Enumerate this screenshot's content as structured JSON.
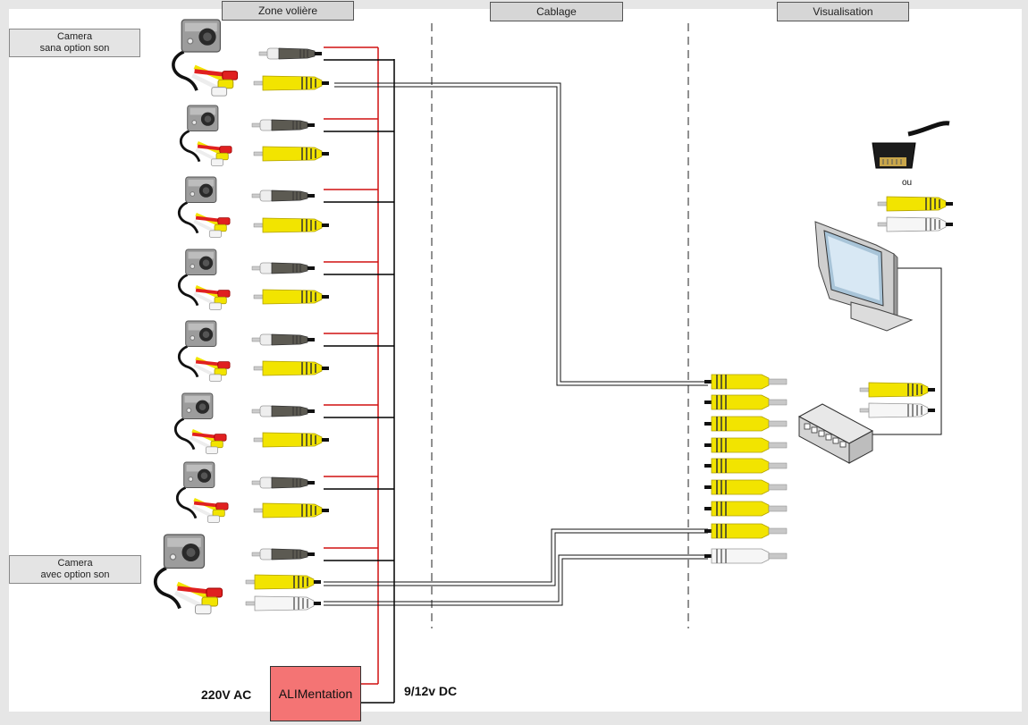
{
  "headers": {
    "zone_voliere": "Zone volière",
    "cablage": "Cablage",
    "visualisation": "Visualisation"
  },
  "notes": {
    "camera_sans_son_line1": "Camera",
    "camera_sans_son_line2": "sana  option son",
    "camera_avec_son_line1": "Camera",
    "camera_avec_son_line2": "avec option son"
  },
  "power": {
    "label": "ALIMentation",
    "ac_label": "220V AC",
    "dc_label": "9/12v DC"
  },
  "display": {
    "or_label": "ou"
  },
  "colors": {
    "rca_yellow": "#f2e400",
    "rca_white": "#f0f0f0",
    "rca_red": "#e02020",
    "power_box": "#f47474",
    "ac_wire": "#d01010",
    "dc_wire": "#000000"
  },
  "icons": [
    "camera-icon",
    "dc-plug-icon",
    "rca-video-plug-icon",
    "rca-audio-plug-icon",
    "scart-plug-icon",
    "monitor-icon",
    "dvr-box-icon"
  ]
}
